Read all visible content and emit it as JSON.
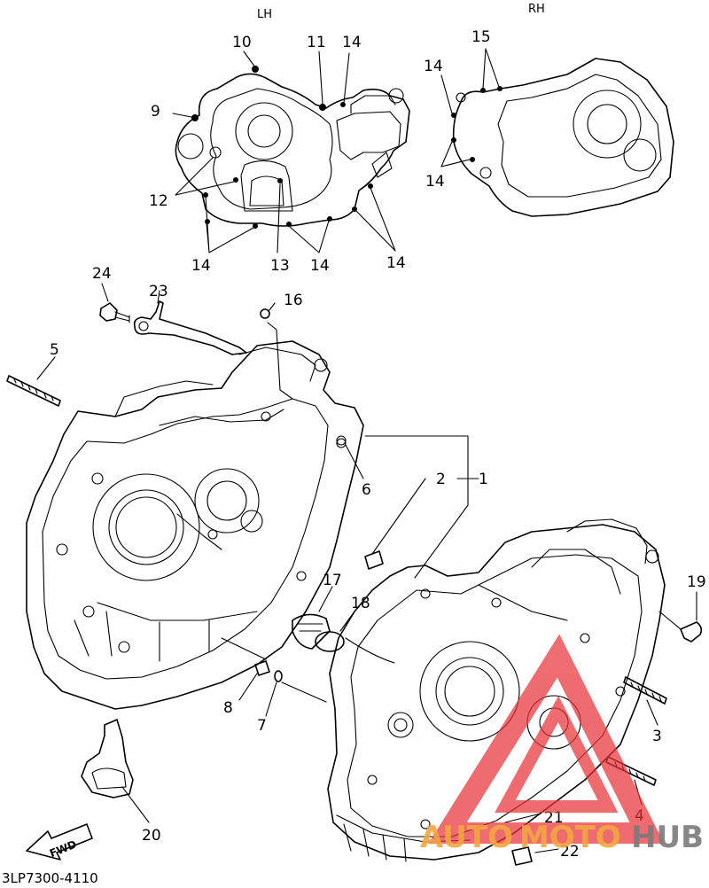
{
  "headers": {
    "lh": "LH",
    "rh": "RH"
  },
  "labels": {
    "l1": "1",
    "l2": "2",
    "l3": "3",
    "l4": "4",
    "l5": "5",
    "l6": "6",
    "l7": "7",
    "l8": "8",
    "l9": "9",
    "l10": "10",
    "l11": "11",
    "l12": "12",
    "l13": "13",
    "l14": "14",
    "l15": "15",
    "l16": "16",
    "l17": "17",
    "l18": "18",
    "l19": "19",
    "l20": "20",
    "l21": "21",
    "l22": "22",
    "l23": "23",
    "l24": "24"
  },
  "fwd_label": "FWD",
  "part_code": "3LP7300-4110",
  "watermark": {
    "part1": "AUTO",
    "part2": "MOTO",
    "part3": "HUB"
  },
  "colors": {
    "watermark_orange": "#f2a641",
    "watermark_red": "#e8343a",
    "watermark_gray": "#7b7b7b"
  }
}
